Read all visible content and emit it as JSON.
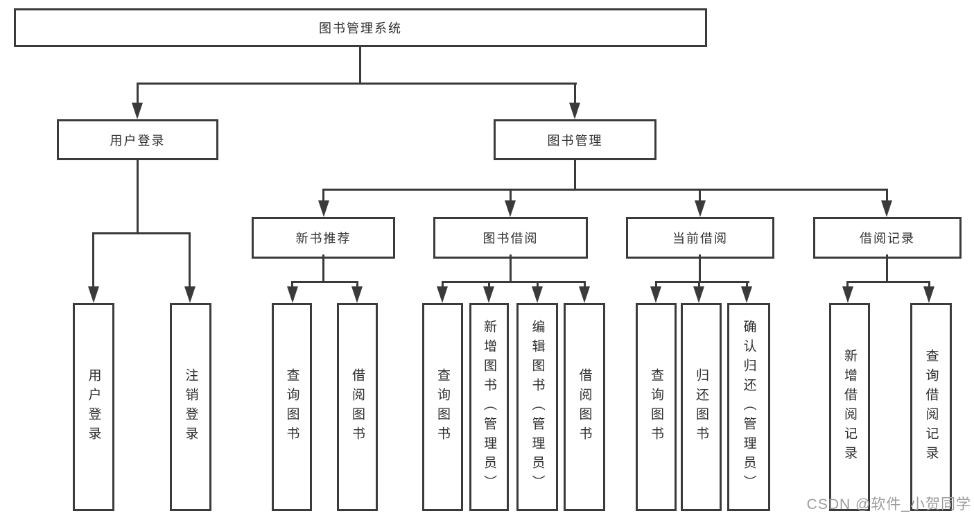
{
  "diagram": {
    "title": "图书管理系统",
    "nodes": {
      "root": "图书管理系统",
      "user_login": "用户登录",
      "book_mgmt": "图书管理",
      "new_book": "新书推荐",
      "borrow": "图书借阅",
      "current": "当前借阅",
      "record": "借阅记录",
      "leaves": {
        "user_login": [
          "用户登录",
          "注销登录"
        ],
        "new_book": [
          "查询图书",
          "借阅图书"
        ],
        "borrow": [
          "查询图书",
          "新增图书（管理员）",
          "编辑图书（管理员）",
          "借阅图书"
        ],
        "current": [
          "查询图书",
          "归还图书",
          "确认归还（管理员）"
        ],
        "record": [
          "新增借阅记录",
          "查询借阅记录"
        ]
      }
    },
    "colors": {
      "line": "#3a3a3a",
      "border": "#3b3b3b",
      "text": "#2f2f2f",
      "background": "#ffffff",
      "watermark": "#9c9c9c"
    }
  },
  "watermark": "CSDN @软件_小贺同学"
}
